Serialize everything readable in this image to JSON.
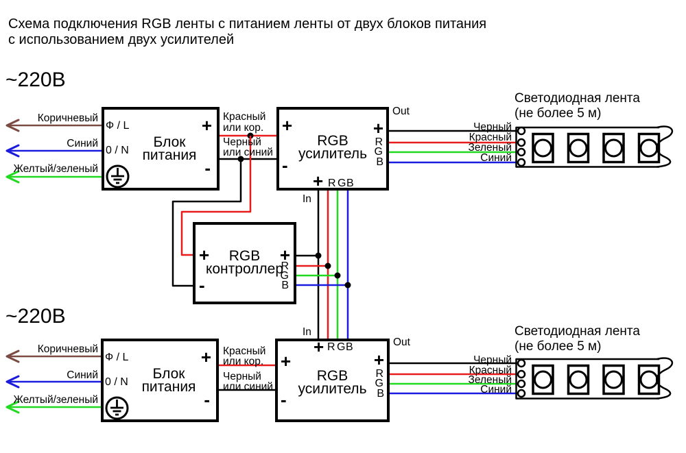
{
  "diagram_title": {
    "line1": "Схема подключения RGB ленты с питанием ленты от двух блоков питания",
    "line2": "с использованием двух усилителей"
  },
  "voltage_label": "~220В",
  "colors": {
    "black": "#000000",
    "red": "#e81c1c",
    "green": "#21d921",
    "blue": "#1b1bdf",
    "brown": "#7b4a42"
  },
  "power_supply": {
    "title_line1": "Блок",
    "title_line2": "питания",
    "phase_port": "Ф / L",
    "neutral_port": "0 / N",
    "plus": "+",
    "minus": "-"
  },
  "mains_wires": {
    "brown": "Коричневый",
    "blue": "Синий",
    "ground": "Желтый/зеленый"
  },
  "dc_wires": {
    "plus_line1": "Красный",
    "plus_line2": "или кор.",
    "minus_line1": "Черный",
    "minus_line2": "или синий"
  },
  "amplifier": {
    "title_line1": "RGB",
    "title_line2": "усилитель",
    "plus": "+",
    "minus": "-",
    "r": "R",
    "g": "G",
    "b": "B",
    "in_label": "In",
    "out_label": "Out"
  },
  "controller": {
    "title_line1": "RGB",
    "title_line2": "контроллер",
    "plus": "+",
    "minus": "-",
    "r": "R",
    "g": "G",
    "b": "B"
  },
  "led_strip": {
    "title_line1": "Светодиодная лента",
    "title_line2": "(не более 5 м)",
    "wire_black": "Черный",
    "wire_red": "Красный",
    "wire_green": "Зеленый",
    "wire_blue": "Синий"
  }
}
